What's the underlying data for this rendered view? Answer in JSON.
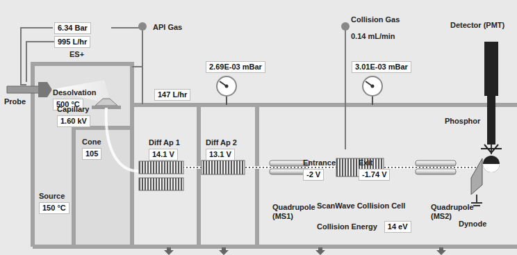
{
  "diagram": {
    "nodes": [
      {
        "text": [
          "6.34 Bar"
        ]
      },
      {
        "text": [
          "995 L/hr"
        ]
      },
      {
        "text": [
          "Desolvation",
          "500 °C"
        ]
      },
      {
        "text": [
          "Capillary",
          "1.60 kV"
        ]
      },
      {
        "text": [
          "Cone",
          "105"
        ]
      },
      {
        "text": [
          "Source",
          "150 °C"
        ]
      },
      {
        "text": [
          "147 L/hr"
        ]
      },
      {
        "text": [
          "2.69E-03 mBar"
        ]
      },
      {
        "text": [
          "Diff Ap 1",
          "14.1 V"
        ]
      },
      {
        "text": [
          "Diff Ap 2",
          "13.1 V"
        ]
      },
      {
        "text": [
          "Entrance",
          "-2 V"
        ]
      },
      {
        "text": [
          "Exit",
          "-1.74 V"
        ]
      },
      {
        "text": [
          "3.01E-03 mBar"
        ]
      },
      {
        "text": [
          "Collision Energy",
          "14 eV"
        ]
      }
    ],
    "labels": [
      "API Gas",
      "ES+",
      "Collision Gas",
      "0.14 mL/min",
      "Detector (PMT)",
      "Probe",
      "Phosphor",
      "Quadrupole (MS1)",
      "ScanWave Collision Cell",
      "Quadrupole (MS2)",
      "Dynode"
    ]
  }
}
